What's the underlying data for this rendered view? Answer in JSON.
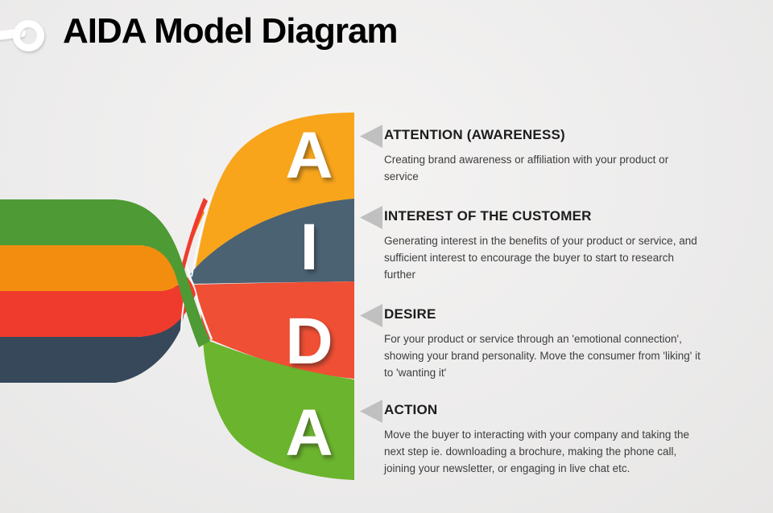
{
  "title": "AIDA Model Diagram",
  "colors": {
    "background_center": "#f4f3f2",
    "background_edge": "#e7e6e5",
    "title_text": "#000000",
    "heading_text": "#1d1d1d",
    "body_text": "#3d3d3d",
    "letter_text": "#ffffff",
    "arrow": "#c0c0c0",
    "twist_gap": "#fafafa",
    "left_green": "#4e9a34",
    "left_orange": "#f28d10",
    "left_red": "#ef3b2d",
    "left_dark": "#36485a",
    "right_orange": "#f8a51c",
    "right_dark": "#4b6273",
    "right_red": "#ee4f35",
    "right_green": "#6bb42d"
  },
  "ribbon_letters": [
    {
      "letter": "A"
    },
    {
      "letter": "I"
    },
    {
      "letter": "D"
    },
    {
      "letter": "A"
    }
  ],
  "sections": [
    {
      "heading": "ATTENTION (AWARENESS)",
      "description": "Creating brand awareness or affiliation with your product or service"
    },
    {
      "heading": "INTEREST OF THE CUSTOMER",
      "description": "Generating interest in the benefits of your product or service, and sufficient interest to encourage the buyer to start to research further"
    },
    {
      "heading": "DESIRE",
      "description": "For your product or service through an 'emotional connection', showing your brand personality. Move the consumer from 'liking' it to 'wanting it'"
    },
    {
      "heading": "ACTION",
      "description": "Move the buyer to interacting with your company and taking the next step ie. downloading a brochure, making the phone call, joining your newsletter, or engaging in live chat etc."
    }
  ]
}
